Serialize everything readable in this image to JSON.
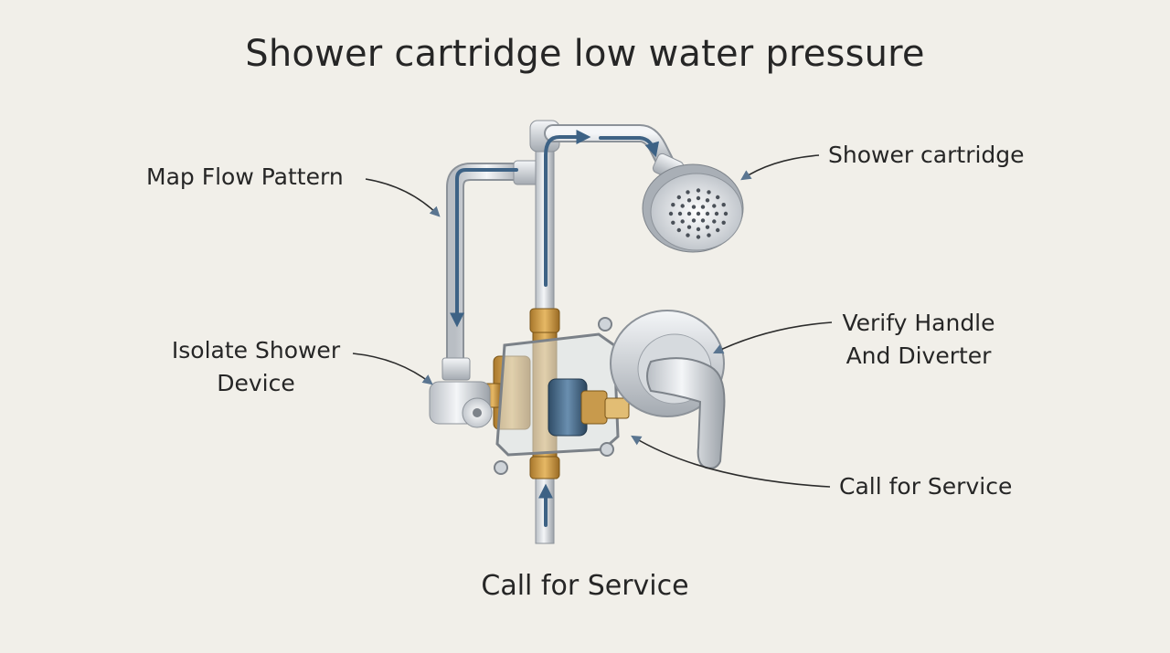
{
  "title": "Shower cartridge low water pressure",
  "callouts": {
    "map_flow": "Map Flow Pattern",
    "shower_cartridge": "Shower cartridge",
    "isolate": [
      "Isolate Shower",
      "Device"
    ],
    "verify": [
      "Verify Handle",
      "And Diverter"
    ],
    "call_service": "Call for Service"
  },
  "footer": "Call for Service"
}
